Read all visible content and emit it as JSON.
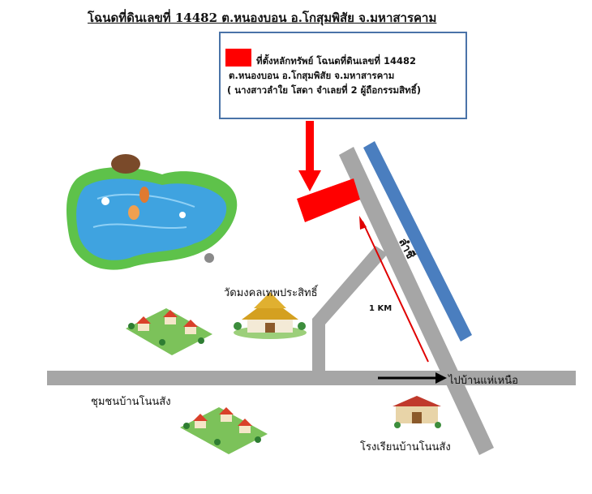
{
  "title": "โฉนดที่ดินเลขที่ 14482 ต.หนองบอน อ.โกสุมพิสัย จ.มหาสารคาม",
  "callout": {
    "line1": "ที่ตั้งหลักทรัพย์ โฉนดที่ดินเลขที่ 14482",
    "line2": "ต.หนองบอน อ.โกสุมพิสัย จ.มหาสารคาม",
    "line3": "( นางสาวลำใย โสดา จำเลยที่ 2 ผู้ถือกรรมสิทธิ์)"
  },
  "labels": {
    "temple": "วัดมงคลเทพประสิทธิ์",
    "community": "ชุมชนบ้านโนนสัง",
    "school": "โรงเรียนบ้านโนนสัง",
    "direction": "ไปบ้านแห่เหนือ",
    "canal": "ลำชี",
    "distance": "1 KM"
  },
  "colors": {
    "property": "#ff0000",
    "road": "#a6a6a6",
    "canal": "#4a7ebf",
    "callout_border": "#4a73a8"
  }
}
